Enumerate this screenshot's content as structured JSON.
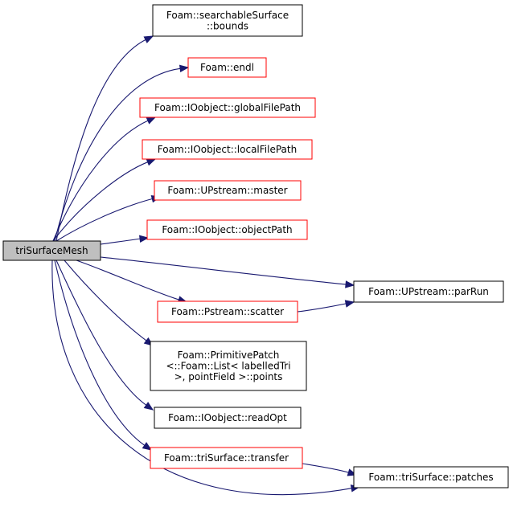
{
  "graph": {
    "root": {
      "id": "root",
      "lines": [
        "triSurfaceMesh"
      ]
    },
    "nodes": [
      {
        "id": "bounds",
        "border": "black",
        "lines": [
          "Foam::searchableSurface",
          "::bounds"
        ]
      },
      {
        "id": "endl",
        "border": "red",
        "lines": [
          "Foam::endl"
        ]
      },
      {
        "id": "globalFilePath",
        "border": "red",
        "lines": [
          "Foam::IOobject::globalFilePath"
        ]
      },
      {
        "id": "localFilePath",
        "border": "red",
        "lines": [
          "Foam::IOobject::localFilePath"
        ]
      },
      {
        "id": "master",
        "border": "red",
        "lines": [
          "Foam::UPstream::master"
        ]
      },
      {
        "id": "objectPath",
        "border": "red",
        "lines": [
          "Foam::IOobject::objectPath"
        ]
      },
      {
        "id": "parRun",
        "border": "black",
        "lines": [
          "Foam::UPstream::parRun"
        ]
      },
      {
        "id": "scatter",
        "border": "red",
        "lines": [
          "Foam::Pstream::scatter"
        ]
      },
      {
        "id": "points",
        "border": "black",
        "lines": [
          "Foam::PrimitivePatch",
          "<::Foam::List< labelledTri",
          ">, pointField >::points"
        ]
      },
      {
        "id": "readOpt",
        "border": "black",
        "lines": [
          "Foam::IOobject::readOpt"
        ]
      },
      {
        "id": "transfer",
        "border": "red",
        "lines": [
          "Foam::triSurface::transfer"
        ]
      },
      {
        "id": "patches",
        "border": "black",
        "lines": [
          "Foam::triSurface::patches"
        ]
      }
    ],
    "edges": [
      [
        "root",
        "bounds"
      ],
      [
        "root",
        "endl"
      ],
      [
        "root",
        "globalFilePath"
      ],
      [
        "root",
        "localFilePath"
      ],
      [
        "root",
        "master"
      ],
      [
        "root",
        "objectPath"
      ],
      [
        "root",
        "parRun"
      ],
      [
        "root",
        "scatter"
      ],
      [
        "root",
        "points"
      ],
      [
        "root",
        "readOpt"
      ],
      [
        "root",
        "transfer"
      ],
      [
        "root",
        "patches"
      ],
      [
        "scatter",
        "parRun"
      ],
      [
        "transfer",
        "patches"
      ]
    ]
  }
}
